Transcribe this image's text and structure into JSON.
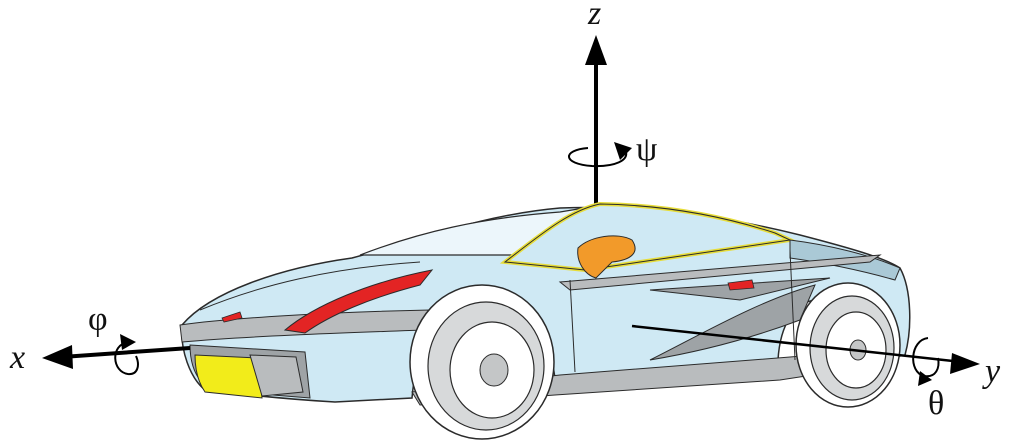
{
  "axes": {
    "x": "x",
    "y": "y",
    "z": "z"
  },
  "rotations": {
    "roll": "φ",
    "pitch": "θ",
    "yaw": "ψ"
  },
  "colors": {
    "body": "#cfe9f4",
    "body_shadow": "#aac9d6",
    "trim": "#b9bcbe",
    "stripe": "#e32424",
    "fog_light": "#f2ec1a",
    "window_frame": "#e7dd3a",
    "seat": "#f29a2a",
    "outline": "#2b2b2b",
    "arrow": "#000000"
  },
  "icons": [
    "car-illustration",
    "rotation-arrow-icon"
  ]
}
